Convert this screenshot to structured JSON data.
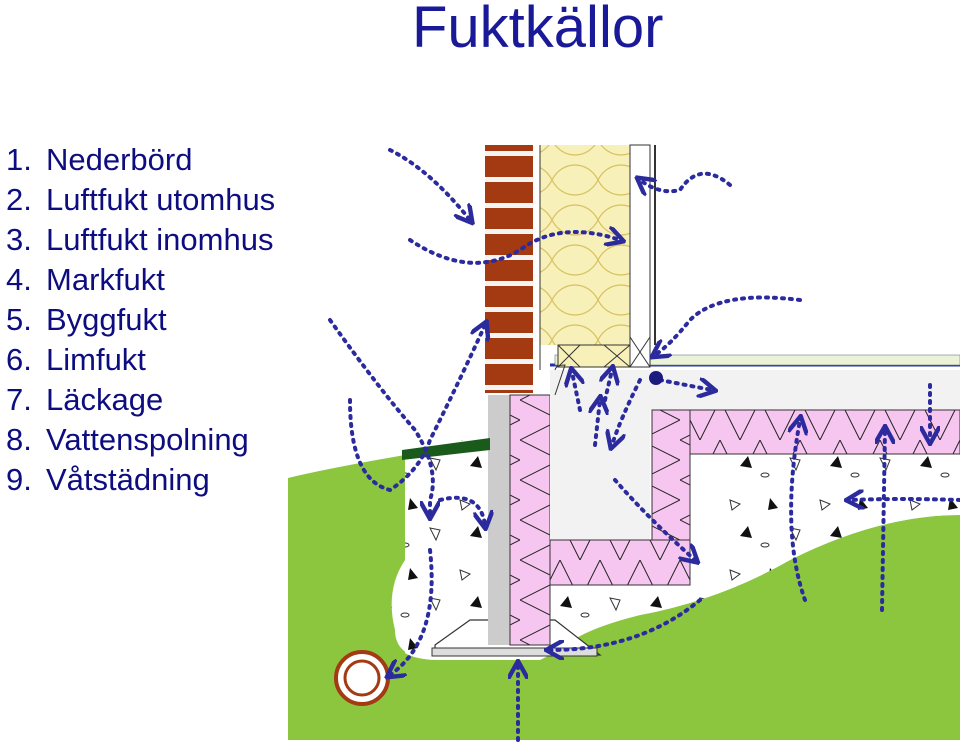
{
  "title": "Fuktkällor",
  "sources": [
    {
      "num": "1.",
      "label": "Nederbörd"
    },
    {
      "num": "2.",
      "label": "Luftfukt utomhus"
    },
    {
      "num": "3.",
      "label": "Luftfukt inomhus"
    },
    {
      "num": "4.",
      "label": "Markfukt"
    },
    {
      "num": "5.",
      "label": "Byggfukt"
    },
    {
      "num": "6.",
      "label": "Limfukt"
    },
    {
      "num": "7.",
      "label": "Läckage"
    },
    {
      "num": "8.",
      "label": "Vattenspolning"
    },
    {
      "num": "9.",
      "label": "Våtstädning"
    }
  ],
  "colors": {
    "title": "#1a1a99",
    "list_text": "#0d0d80",
    "arrow": "#2b2b9e",
    "brick": "#a33a12",
    "insulation": "#f7f0b8",
    "eps_insulation": "#f7c6f0",
    "ground": "#8cc63f",
    "concrete": "#f2f2f2",
    "drain_pipe": "#a33a12"
  },
  "icons": [
    "drain-pipe-icon",
    "moisture-arrow-icon"
  ]
}
